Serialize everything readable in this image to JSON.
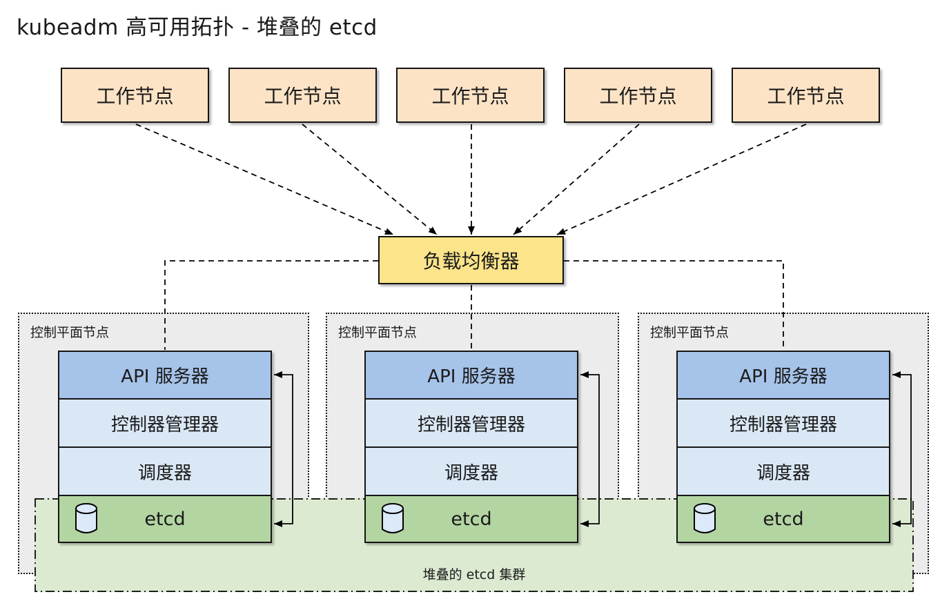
{
  "title": "kubeadm 高可用拓扑 - 堆叠的 etcd",
  "worker_nodes": [
    {
      "label": "工作节点"
    },
    {
      "label": "工作节点"
    },
    {
      "label": "工作节点"
    },
    {
      "label": "工作节点"
    },
    {
      "label": "工作节点"
    }
  ],
  "load_balancer": {
    "label": "负载均衡器"
  },
  "control_planes": [
    {
      "label": "控制平面节点",
      "api_server": "API 服务器",
      "controller_manager": "控制器管理器",
      "scheduler": "调度器",
      "etcd": "etcd"
    },
    {
      "label": "控制平面节点",
      "api_server": "API 服务器",
      "controller_manager": "控制器管理器",
      "scheduler": "调度器",
      "etcd": "etcd"
    },
    {
      "label": "控制平面节点",
      "api_server": "API 服务器",
      "controller_manager": "控制器管理器",
      "scheduler": "调度器",
      "etcd": "etcd"
    }
  ],
  "etcd_cluster": {
    "label": "堆叠的 etcd 集群"
  },
  "icons": {
    "etcd": "database-cylinder-icon"
  },
  "colors": {
    "worker_fill": "#fce3c6",
    "load_balancer_fill": "#fce48a",
    "api_server_fill": "#a6c3e9",
    "component_fill": "#dae8f5",
    "etcd_fill": "#b3d5a2",
    "cluster_fill": "#dcead2",
    "control_plane_fill": "#ececec",
    "connector": "#000000"
  }
}
